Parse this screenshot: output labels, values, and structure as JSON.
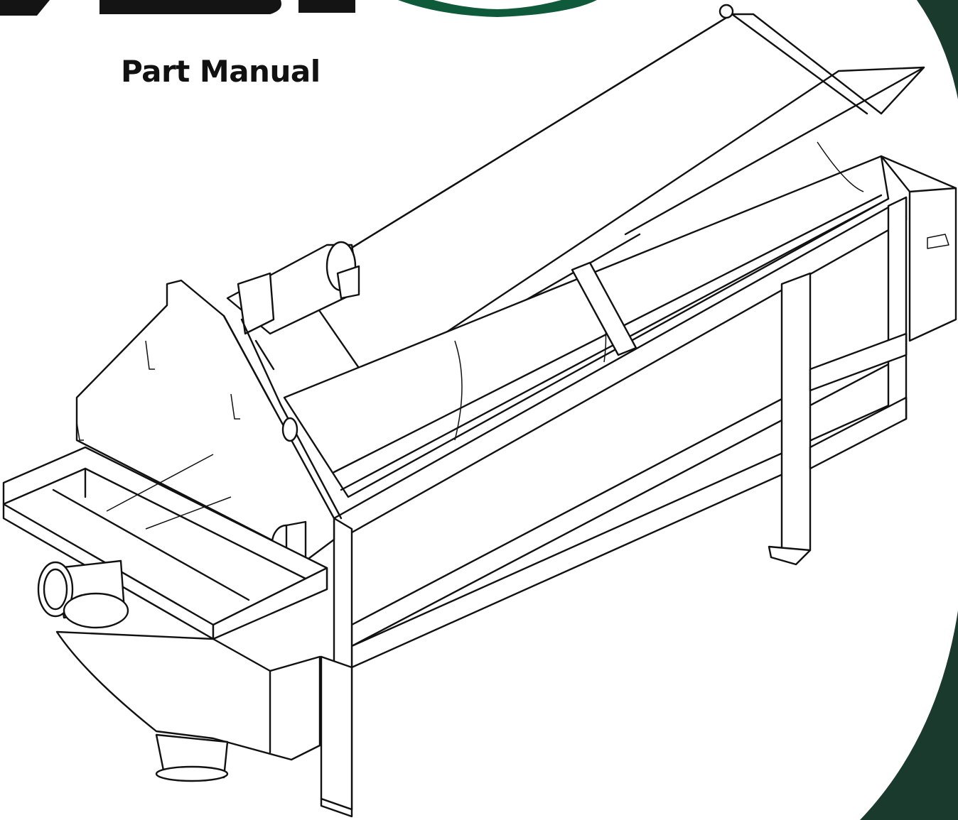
{
  "document": {
    "title": "Part Manual"
  },
  "colors": {
    "brand_green": "#0f5a3a",
    "brand_dark": "#1b3a2e",
    "logo_black": "#141414",
    "line": "#111111",
    "background": "#ffffff"
  },
  "artwork": {
    "logo": "brand-logo-partial",
    "illustration": "rotary-drum-machine-line-drawing"
  }
}
